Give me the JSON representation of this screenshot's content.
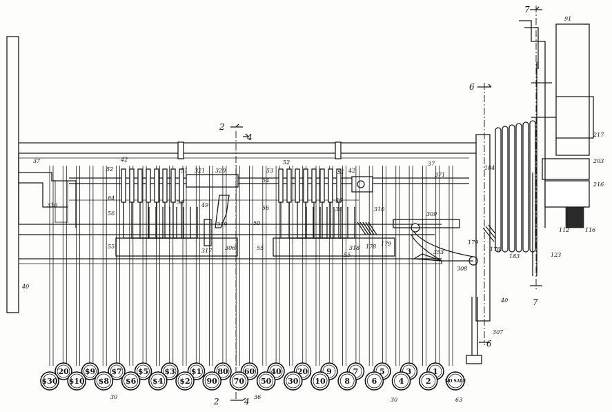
{
  "front_keys": [
    "$30",
    "$10",
    "$8",
    "$6",
    "$4",
    "$2",
    "90",
    "70",
    "50",
    "30",
    "10",
    "8",
    "6",
    "4",
    "2",
    "NO SALE"
  ],
  "back_keys": [
    "20",
    "$9",
    "$7",
    "$5",
    "$3",
    "$1",
    "80",
    "60",
    "40",
    "20",
    "9",
    "7",
    "5",
    "3",
    "1"
  ],
  "section_marks": {
    "s2_top": "2",
    "s4_top": "4",
    "s2_bottom": "2",
    "s4_bottom": "4",
    "s6_top": "6",
    "s6_bottom": "6",
    "s7_top": "7",
    "s7_bottom": "7"
  },
  "refs": {
    "r91": "91",
    "r217": "217",
    "r203": "203",
    "r216": "216",
    "r116": "116",
    "r112": "112",
    "r123": "123",
    "r37a": "37",
    "r37b": "37",
    "r40a": "40",
    "r40b": "40",
    "r42a": "42",
    "r42b": "42",
    "r52a": "52",
    "r52b": "52",
    "r51a": "51",
    "r51b": "51",
    "r321": "321",
    "r320": "320",
    "r53a": "53",
    "r53b": "53",
    "r54": "54",
    "r371": "371",
    "r184": "184",
    "r310a": "310",
    "r310b": "310",
    "r84": "84",
    "r56a": "56",
    "r56b": "56",
    "r49": "49",
    "r319": "319",
    "r50": "50",
    "r36": "36",
    "r34": "34",
    "r309": "309",
    "r55a": "55",
    "r55b": "55",
    "r55c": "55",
    "r317": "317",
    "r306": "306",
    "r318": "318",
    "r178a": "178",
    "r178b": "178",
    "r179a": "179",
    "r179b": "179",
    "r353": "353",
    "r308": "308",
    "r183": "183",
    "r307": "307",
    "r30a": "30",
    "r30b": "30",
    "r36b": "36",
    "r63": "63"
  }
}
